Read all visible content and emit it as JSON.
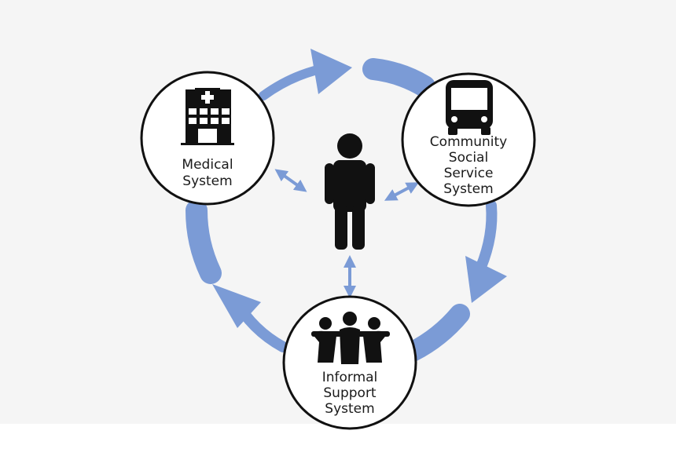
{
  "colors": {
    "background": "#f5f5f5",
    "arrow": "#7b9bd6",
    "circle_fill": "#ffffff",
    "circle_stroke": "#111111",
    "icon": "#111111"
  },
  "nodes": {
    "medical": {
      "line1": "Medical",
      "line2": "System",
      "icon": "hospital-icon"
    },
    "community": {
      "line1": "Community",
      "line2": "Social",
      "line3": "Service",
      "line4": "System",
      "icon": "bus-icon"
    },
    "informal": {
      "line1": "Informal",
      "line2": "Support",
      "line3": "System",
      "icon": "people-group-icon"
    }
  },
  "center": {
    "icon": "person-icon"
  }
}
